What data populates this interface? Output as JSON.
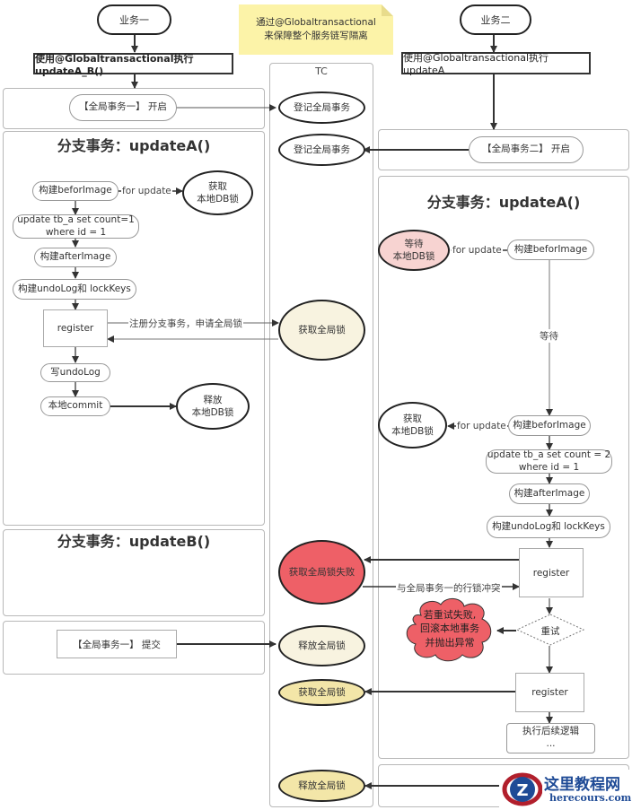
{
  "note": {
    "line1": "通过@Globaltransactional",
    "line2": "来保障整个服务链写隔离"
  },
  "business_one": {
    "start_label": "业务一",
    "call_label": "使用@Globaltransactional执行updateA_B()",
    "tx_begin_label": "【全局事务一】 开启",
    "branch_a": {
      "title": "分支事务：updateA()",
      "steps": [
        "构建beforImage",
        "update tb_a set count=1\nwhere id = 1",
        "构建afterImage",
        "构建undoLog和 lockKeys",
        "register",
        "写undoLog",
        "本地commit"
      ],
      "for_update_label": "for update",
      "acquire_lock": "获取\n本地DB锁",
      "release_lock": "释放\n本地DB锁",
      "register_label": "注册分支事务，申请全局锁"
    },
    "branch_b": {
      "title": "分支事务：updateB()"
    },
    "tx_commit_label": "【全局事务一】 提交"
  },
  "tc": {
    "title": "TC",
    "nodes": [
      "登记全局事务",
      "登记全局事务",
      "获取全局锁",
      "获取全局锁失败",
      "释放全局锁",
      "获取全局锁",
      "释放全局锁"
    ]
  },
  "business_two": {
    "start_label": "业务二",
    "call_label": "使用@Globaltransactional执行updateA",
    "tx_begin_label": "【全局事务二】  开启",
    "branch_a": {
      "title": "分支事务：updateA()",
      "wait_lock": "等待\n本地DB锁",
      "for_update_label": "for update",
      "step_before_1": "构建beforImage",
      "wait_label": "等待",
      "acquire_lock": "获取\n本地DB锁",
      "step_before_2": "构建beforImage",
      "update_sql": "update tb_a set count = 2\nwhere id = 1",
      "after_image": "构建afterImage",
      "undo_log": "构建undoLog和 lockKeys",
      "register_1": "register",
      "conflict_label": "与全局事务一的行锁冲突",
      "retry": "重试",
      "fail_cloud": "若重试失败,\n回滚本地事务\n并抛出异常",
      "register_2": "register",
      "continue_logic": "执行后续逻辑\n..."
    }
  },
  "watermark": {
    "title": "这里教程网",
    "domain": "herecours.com"
  },
  "colors": {
    "note_bg": "#fcf3a8",
    "tc_pale": "#f8f3e0",
    "tc_gold": "#f3e6a8",
    "fail_red": "#ee6067",
    "wait_pink": "#f7d3d1",
    "line": "#333333",
    "lane_border": "#b8b8b8"
  }
}
